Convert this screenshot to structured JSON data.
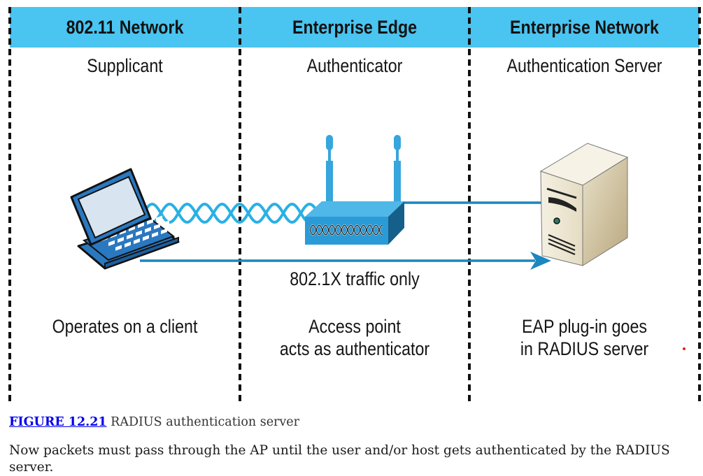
{
  "figure": {
    "columns": [
      {
        "title": "802.11 Network",
        "role": "Supplicant",
        "description": [
          "Operates on a client"
        ]
      },
      {
        "title": "Enterprise Edge",
        "role": "Authenticator",
        "description": [
          "Access point",
          "acts as authenticator"
        ]
      },
      {
        "title": "Enterprise Network",
        "role": "Authentication Server",
        "description": [
          "EAP plug-in goes",
          "in RADIUS server"
        ]
      }
    ],
    "traffic_label": "802.1X traffic only",
    "devices": {
      "client": "laptop-icon",
      "access_point": "wireless-access-point-icon",
      "server": "radius-server-icon"
    },
    "colors": {
      "header_band": "#4ac4f0",
      "wave": "#2ab0e4",
      "link_line": "#1b86bf",
      "laptop": "#2a78c0",
      "access_point": "#36a6dc",
      "server": "#efe8d6"
    }
  },
  "caption": {
    "link_text": "FIGURE 12.21",
    "text": " RADIUS authentication server"
  },
  "paragraph": "Now packets must pass through the AP until the user and/or host gets authenticated by the RADIUS server."
}
